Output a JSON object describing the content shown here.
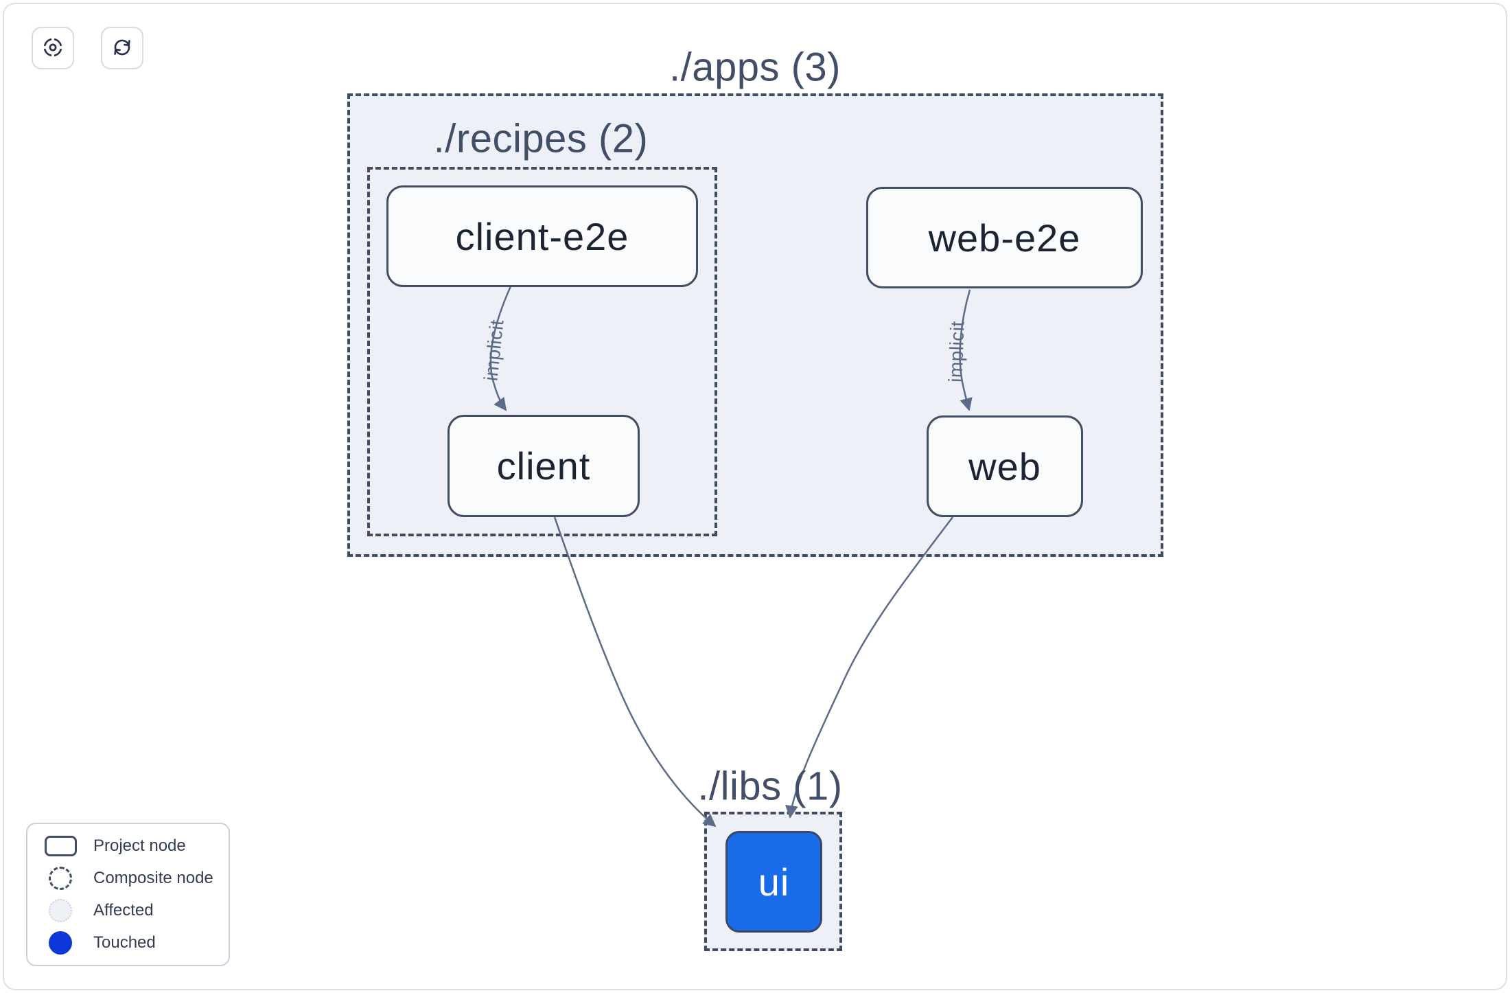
{
  "toolbar": {
    "buttons": [
      {
        "name": "center-graph",
        "icon": "focus-icon"
      },
      {
        "name": "refresh-graph",
        "icon": "refresh-icon"
      }
    ]
  },
  "graph": {
    "groups": [
      {
        "id": "apps",
        "label": "./apps (3)"
      },
      {
        "id": "recipes",
        "label": "./recipes (2)"
      },
      {
        "id": "libs",
        "label": "./libs (1)"
      }
    ],
    "nodes": [
      {
        "id": "client-e2e",
        "label": "client-e2e",
        "state": "normal"
      },
      {
        "id": "web-e2e",
        "label": "web-e2e",
        "state": "normal"
      },
      {
        "id": "client",
        "label": "client",
        "state": "normal"
      },
      {
        "id": "web",
        "label": "web",
        "state": "normal"
      },
      {
        "id": "ui",
        "label": "ui",
        "state": "touched"
      }
    ],
    "edges": [
      {
        "from": "client-e2e",
        "to": "client",
        "label": "implicit"
      },
      {
        "from": "web-e2e",
        "to": "web",
        "label": "implicit"
      },
      {
        "from": "client",
        "to": "ui",
        "label": ""
      },
      {
        "from": "web",
        "to": "ui",
        "label": ""
      }
    ]
  },
  "legend": {
    "items": [
      {
        "label": "Project node",
        "swatch": "project-node-swatch"
      },
      {
        "label": "Composite node",
        "swatch": "composite-node-swatch"
      },
      {
        "label": "Affected",
        "swatch": "affected-swatch"
      },
      {
        "label": "Touched",
        "swatch": "touched-swatch"
      }
    ]
  },
  "colors": {
    "touched_node_fill": "#1a6be8",
    "touched_legend_fill": "#0d36d6",
    "container_fill": "#edf0f6",
    "dashed_border": "#3e4c63",
    "node_border": "#404e66",
    "node_fill": "#f9fbfc",
    "edge": "#5b6b88",
    "label_text": "#414e68",
    "node_text": "#1a2433"
  }
}
